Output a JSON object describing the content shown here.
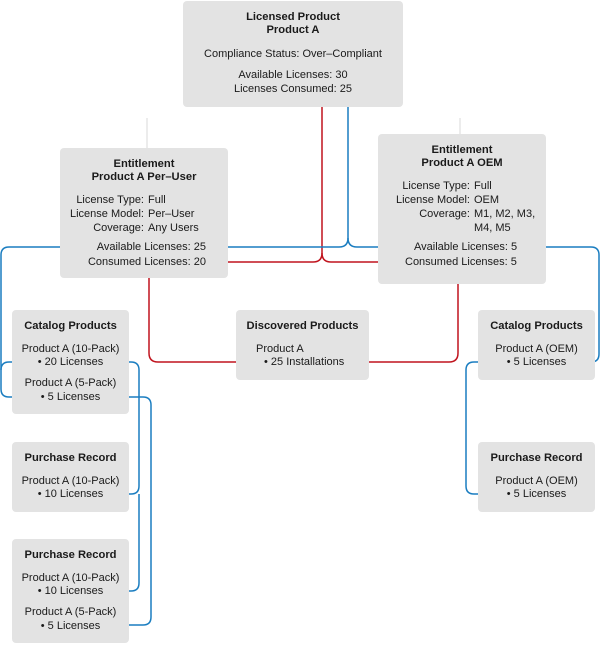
{
  "colors": {
    "red": "#c0141e",
    "blue": "#1a7dc0",
    "box": "#e3e3e3",
    "connector": "#bbbbbb"
  },
  "licensed": {
    "title1": "Licensed Product",
    "title2": "Product A",
    "status": "Compliance Status: Over–Compliant",
    "available": "Available Licenses: 30",
    "consumed": "Licenses Consumed: 25"
  },
  "ent_user": {
    "title1": "Entitlement",
    "title2": "Product A Per–User",
    "type_k": "License Type:",
    "type_v": "Full",
    "model_k": "License Model:",
    "model_v": "Per–User",
    "coverage_k": "Coverage:",
    "coverage_v": "Any Users",
    "available": "Available Licenses: 25",
    "consumed": "Consumed Licenses: 20"
  },
  "ent_oem": {
    "title1": "Entitlement",
    "title2": "Product A OEM",
    "type_k": "License Type:",
    "type_v": "Full",
    "model_k": "License Model:",
    "model_v": "OEM",
    "coverage_k": "Coverage:",
    "coverage_v1": "M1, M2, M3,",
    "coverage_v2": "M4, M5",
    "available": "Available Licenses: 5",
    "consumed": "Consumed Licenses: 5"
  },
  "catalog_left": {
    "title": "Catalog Products",
    "item1_name": "Product A (10-Pack)",
    "item1_qty": "• 20 Licenses",
    "item2_name": "Product A (5-Pack)",
    "item2_qty": "• 5 Licenses"
  },
  "discovered": {
    "title": "Discovered Products",
    "name": "Product A",
    "qty": "• 25 Installations"
  },
  "catalog_right": {
    "title": "Catalog Products",
    "name": "Product A (OEM)",
    "qty": "• 5 Licenses"
  },
  "purchase1": {
    "title": "Purchase Record",
    "name": "Product A (10-Pack)",
    "qty": "• 10 Licenses"
  },
  "purchase2": {
    "title": "Purchase Record",
    "item1_name": "Product A (10-Pack)",
    "item1_qty": "• 10 Licenses",
    "item2_name": "Product A (5-Pack)",
    "item2_qty": "• 5 Licenses"
  },
  "purchase_right": {
    "title": "Purchase Record",
    "name": "Product A (OEM)",
    "qty": "• 5 Licenses"
  }
}
